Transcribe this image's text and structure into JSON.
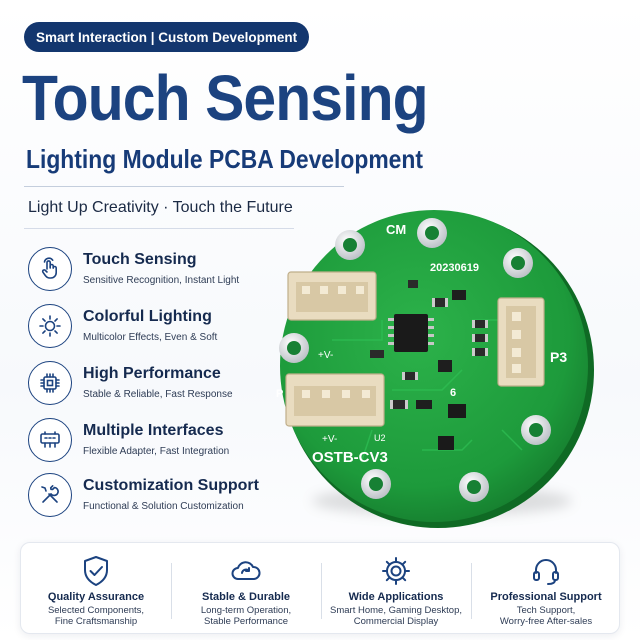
{
  "header": {
    "pill_text": "Smart Interaction | Custom Development",
    "title": "Touch Sensing",
    "subtitle": "Lighting Module PCBA Development",
    "tagline": "Light Up Creativity · Touch the Future"
  },
  "features": [
    {
      "icon": "touch-hand-icon",
      "title": "Touch Sensing",
      "desc": "Sensitive Recognition, Instant Light"
    },
    {
      "icon": "sun-icon",
      "title": "Colorful Lighting",
      "desc": "Multicolor Effects, Even & Soft"
    },
    {
      "icon": "chip-icon",
      "title": "High Performance",
      "desc": "Stable & Reliable, Fast Response"
    },
    {
      "icon": "connector-icon",
      "title": "Multiple Interfaces",
      "desc": "Flexible Adapter, Fast Integration"
    },
    {
      "icon": "tools-icon",
      "title": "Customization Support",
      "desc": "Functional & Solution Customization"
    }
  ],
  "pcb": {
    "label_cm": "CM",
    "label_date": "20230619",
    "label_p3": "P3",
    "label_p": "P",
    "label_board": "OSTB-CV3",
    "label_u2": "U2",
    "label_v": "+V-",
    "label_v2": "+V-",
    "label_6": "6"
  },
  "bottom": [
    {
      "icon": "shield-check-icon",
      "title": "Quality Assurance",
      "desc1": "Selected Components,",
      "desc2": "Fine Craftsmanship"
    },
    {
      "icon": "cloud-sync-icon",
      "title": "Stable & Durable",
      "desc1": "Long-term Operation,",
      "desc2": "Stable Performance"
    },
    {
      "icon": "gear-icon",
      "title": "Wide Applications",
      "desc1": "Smart Home, Gaming Desktop,",
      "desc2": "Commercial Display"
    },
    {
      "icon": "headset-icon",
      "title": "Professional Support",
      "desc1": "Tech Support,",
      "desc2": "Worry-free After-sales"
    }
  ],
  "colors": {
    "navy": "#13366e",
    "title_blue": "#1c4380",
    "pcb_green": "#1f9b3c",
    "connector_cream": "#e9dcc0"
  }
}
